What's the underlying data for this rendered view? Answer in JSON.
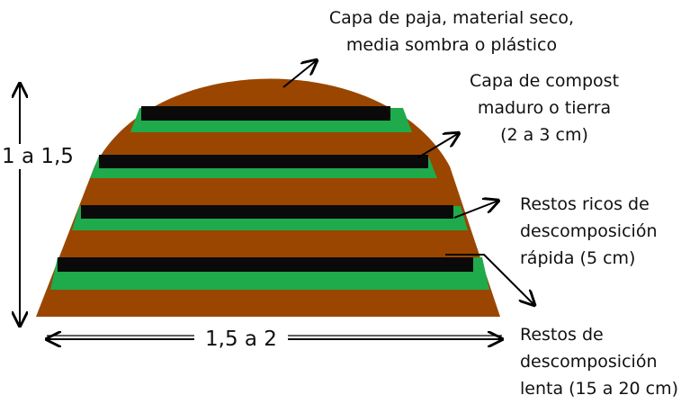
{
  "labels": {
    "top_cover": [
      "Capa de paja, material seco,",
      "media sombra o plástico"
    ],
    "compost": [
      "Capa de compost",
      "maduro o tierra",
      "(2 a 3 cm)"
    ],
    "rich": [
      "Restos ricos de",
      "descomposición",
      "rápida (5 cm)"
    ],
    "slow": [
      "Restos de",
      "descomposición",
      "lenta (15 a 20 cm)"
    ]
  },
  "dimensions": {
    "height": "1 a 1,5",
    "width": "1,5 a 2"
  },
  "colors": {
    "soil": "#9a4600",
    "green_layer": "#1faa4c",
    "black_layer": "#0a0a0a",
    "arrow": "#000000"
  }
}
